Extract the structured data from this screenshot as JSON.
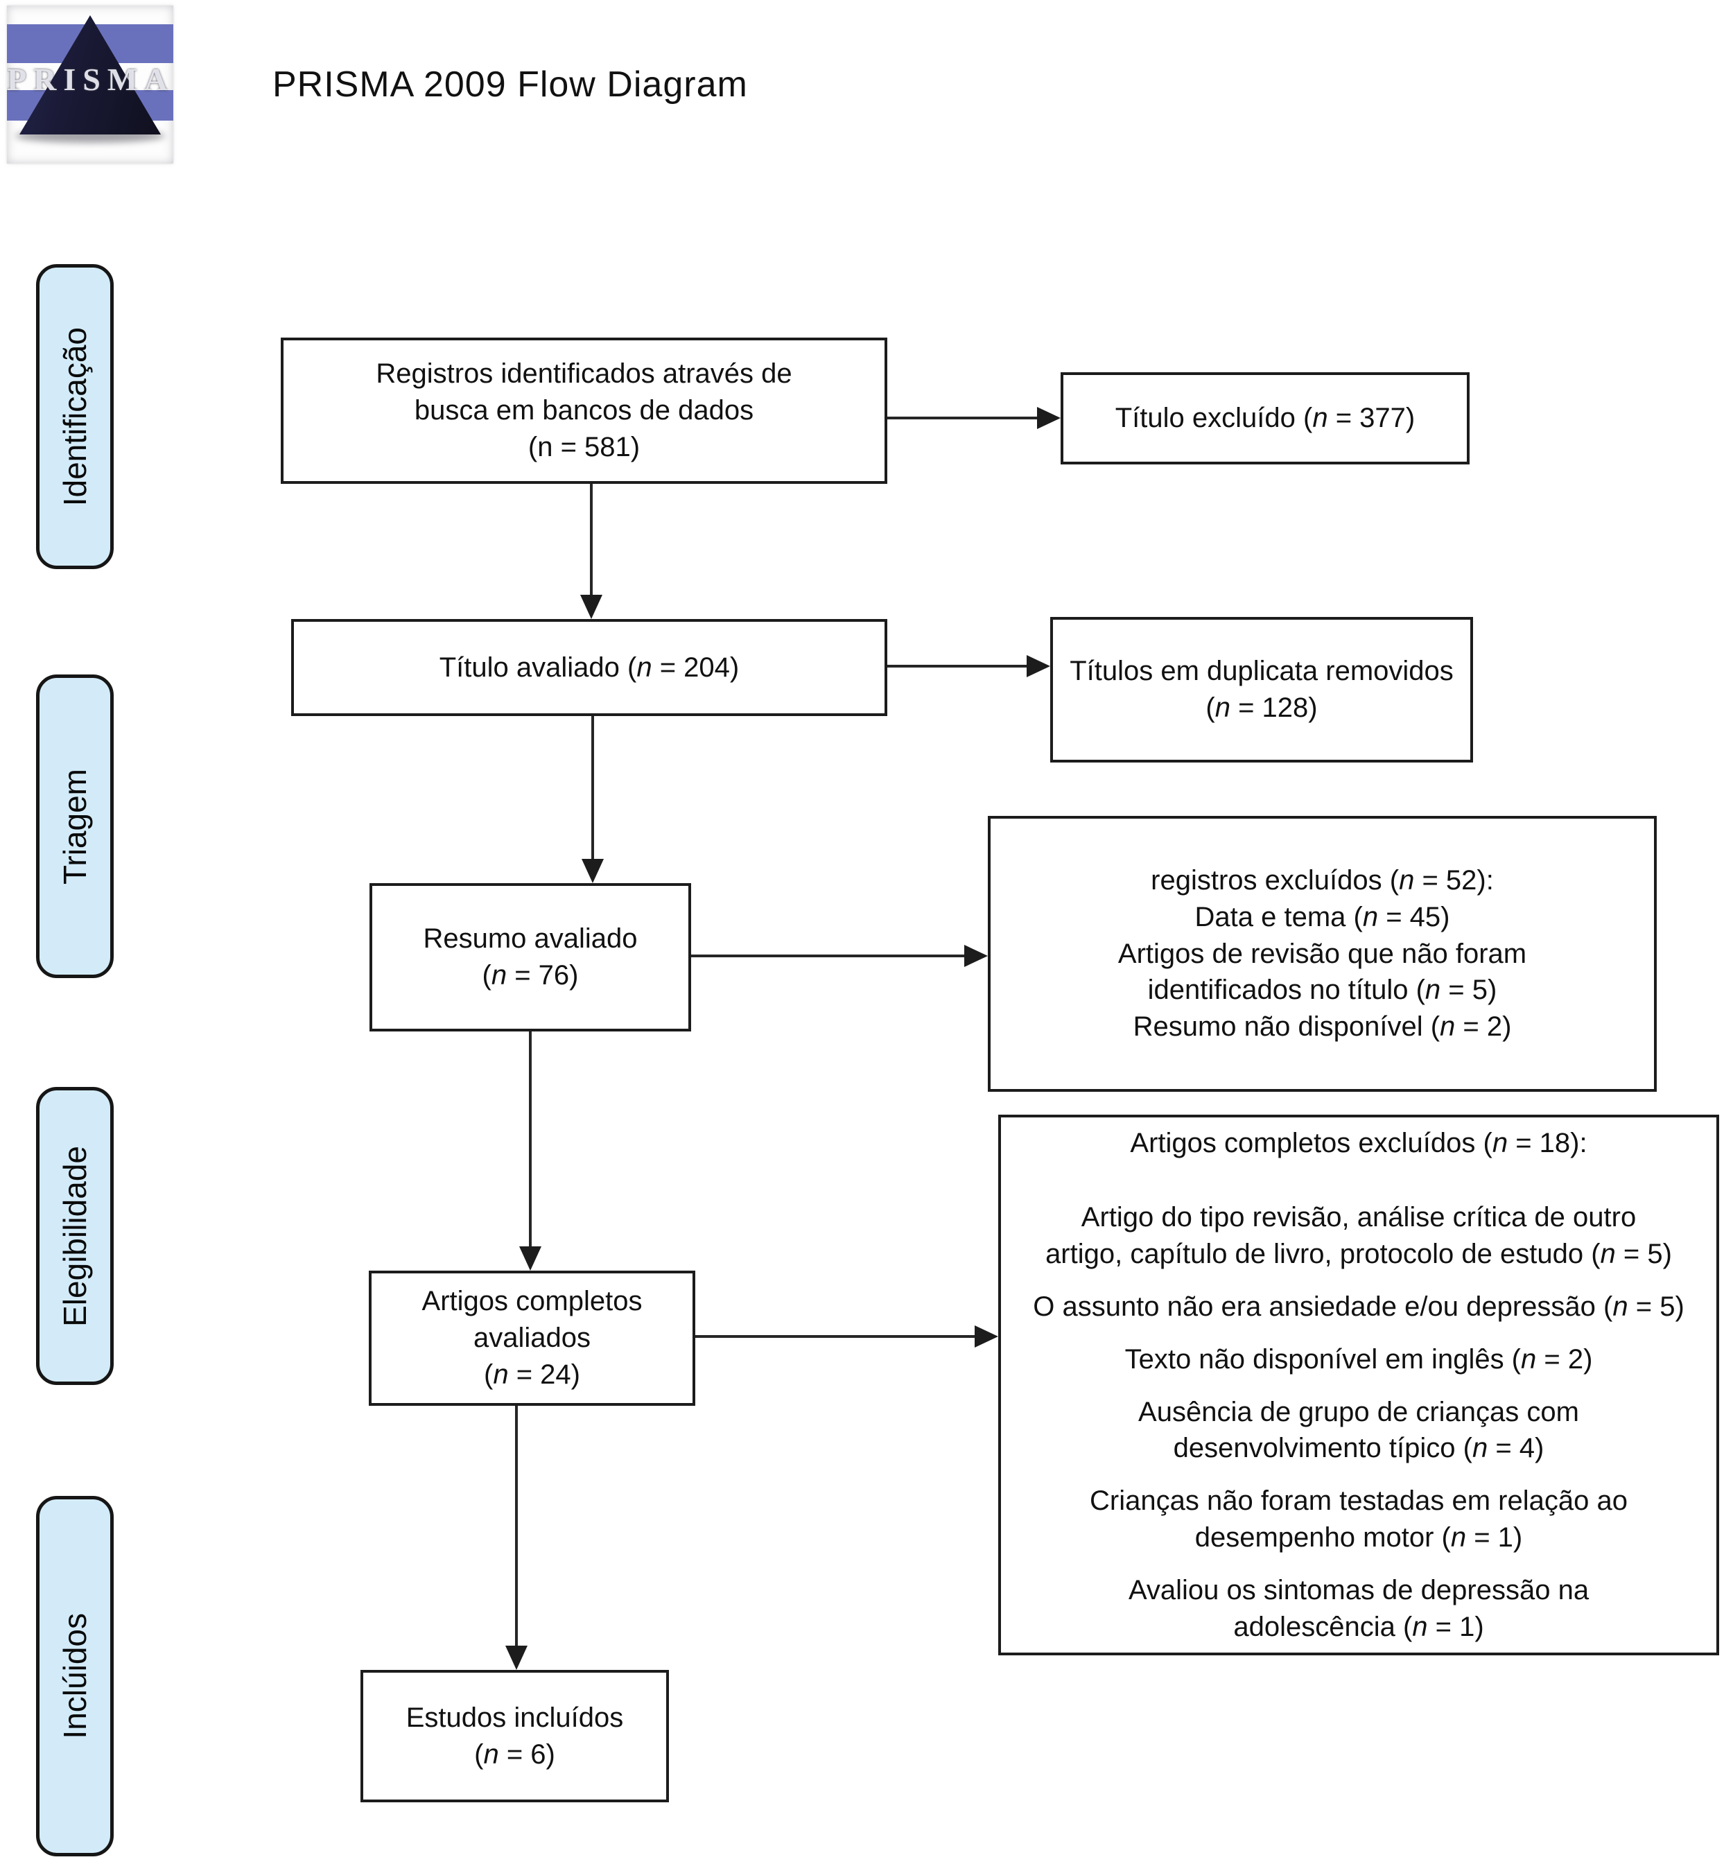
{
  "header": {
    "title": "PRISMA 2009 Flow Diagram",
    "logo_wordmark": "PRISMA"
  },
  "stages": [
    {
      "label": "Identificação"
    },
    {
      "label": "Triagem"
    },
    {
      "label": "Elegibilidade"
    },
    {
      "label": "Inclúidos"
    }
  ],
  "boxes": {
    "records_identified": {
      "text": "Registros identificados através de\nbusca em bancos de dados\n(n = 581)"
    },
    "title_screened": {
      "text": "Título avaliado (n = 204)"
    },
    "abstract_screened": {
      "text": "Resumo avaliado\n(n = 76)"
    },
    "fulltext_assessed": {
      "text": "Artigos completos avaliados\n(n = 24)"
    },
    "studies_included": {
      "text": "Estudos incluídos\n(n = 6)"
    },
    "title_excluded": {
      "text": "Título excluído (n = 377)"
    },
    "duplicates_removed": {
      "text": "Títulos em duplicata removidos\n(n = 128)"
    },
    "records_excluded": {
      "text": "registros excluídos (n = 52):\nData e tema (n = 45)\nArtigos de revisão que não foram\nidentificados no título (n = 5)\nResumo não disponível (n = 2)"
    },
    "fulltext_excluded": {
      "heading": "Artigos completos excluídos (n = 18):",
      "reasons": [
        "Artigo do tipo revisão, análise crítica de outro\nartigo, capítulo de livro, protocolo de estudo (n = 5)",
        "O assunto não era ansiedade e/ou depressão (n = 5)",
        "Texto não disponível em inglês (n = 2)",
        "Ausência de grupo de crianças com\ndesenvolvimento típico (n = 4)",
        "Crianças não foram testadas em relação ao\ndesempenho motor (n = 1)",
        "Avaliou os sintomas de depressão na\nadolescência  (n = 1)"
      ]
    }
  }
}
